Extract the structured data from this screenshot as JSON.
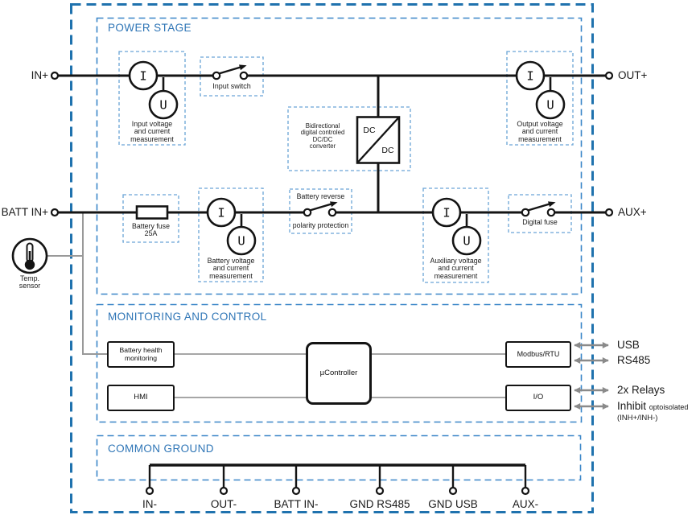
{
  "sections": {
    "power_stage": {
      "title": "POWER STAGE"
    },
    "monitoring": {
      "title": "MONITORING AND CONTROL"
    },
    "common_ground": {
      "title": "COMMON GROUND"
    }
  },
  "terminals": {
    "in_plus": "IN+",
    "out_plus": "OUT+",
    "batt_in_plus": "BATT IN+",
    "aux_plus": "AUX+",
    "grounds": [
      {
        "label": "IN-"
      },
      {
        "label": "OUT-"
      },
      {
        "label": "BATT IN-"
      },
      {
        "label": "GND RS485"
      },
      {
        "label": "GND USB"
      },
      {
        "label": "AUX-"
      }
    ]
  },
  "power_stage": {
    "input_meter": {
      "i": "I",
      "u": "U",
      "caption1": "Input voltage",
      "caption2": "and current",
      "caption3": "measurement"
    },
    "output_meter": {
      "i": "I",
      "u": "U",
      "caption1": "Output voltage",
      "caption2": "and current",
      "caption3": "measurement"
    },
    "battery_meter": {
      "i": "I",
      "u": "U",
      "caption1": "Battery voltage",
      "caption2": "and current",
      "caption3": "measurement"
    },
    "aux_meter": {
      "i": "I",
      "u": "U",
      "caption1": "Auxiliary voltage",
      "caption2": "and current",
      "caption3": "measurement"
    },
    "input_switch": {
      "label": "Input switch"
    },
    "battery_fuse": {
      "line1": "Battery fuse",
      "line2": "25A"
    },
    "battery_reverse": {
      "line1": "Battery reverse",
      "line2": "polarity protection"
    },
    "digital_fuse": {
      "label": "Digital fuse"
    },
    "dcdc": {
      "line1": "Bidirectional",
      "line2": "digital controled",
      "line3": "DC/DC",
      "line4": "converter",
      "top": "DC",
      "bottom": "DC"
    },
    "temp_sensor": {
      "line1": "Temp.",
      "line2": "sensor"
    }
  },
  "monitoring": {
    "battery_health": {
      "line1": "Battery health",
      "line2": "monitoring"
    },
    "hmi": "HMI",
    "ucontroller": "µController",
    "modbus": "Modbus/RTU",
    "io": "I/O",
    "ports": {
      "usb": "USB",
      "rs485": "RS485",
      "relays": "2x Relays",
      "inhibit": "Inhibit",
      "inhibit_note": "optoisolated",
      "inhibit_sub": "(INH+/INH-)"
    }
  },
  "colors": {
    "c-outer": "#1f72ae",
    "c-section": "#3a86c8",
    "c-comp": "#6aa5d6",
    "c-title": "#2e75b6",
    "c-wire": "#141414",
    "c-gray": "#999999",
    "c-arrow": "#8a8a8a"
  }
}
